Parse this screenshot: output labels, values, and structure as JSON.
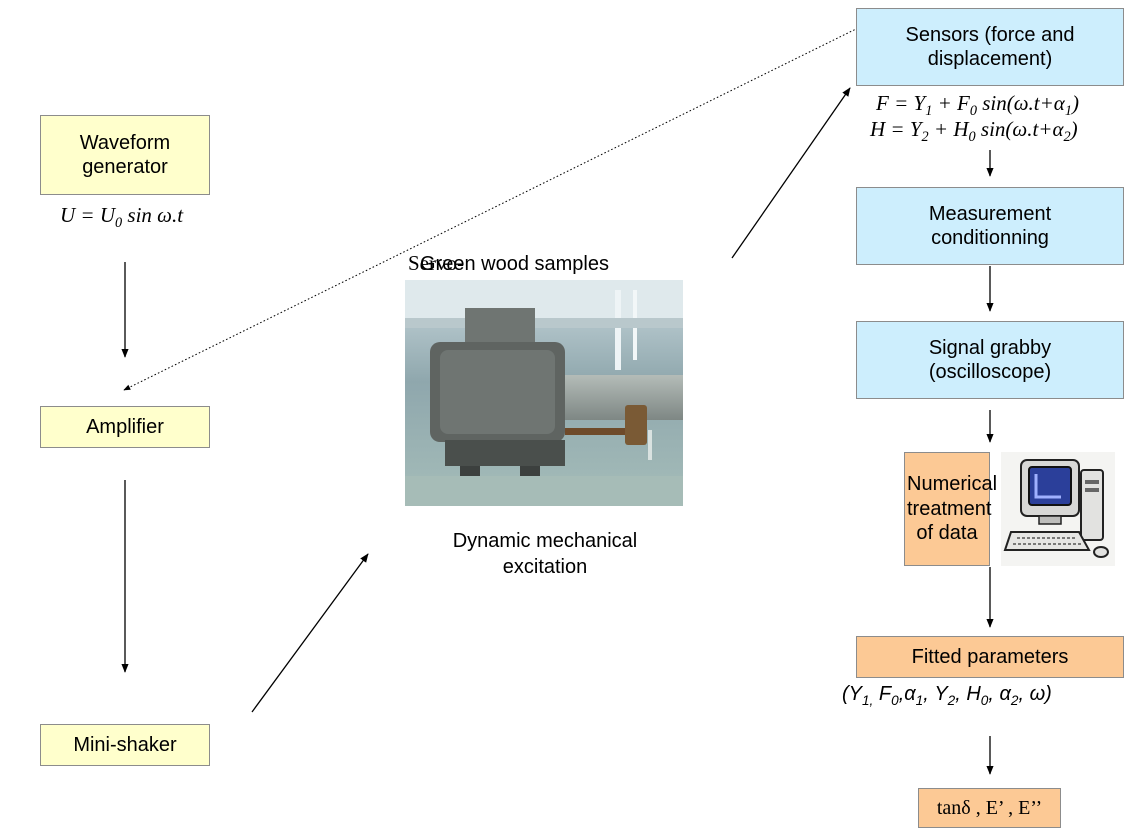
{
  "boxes": {
    "waveform_generator": "Waveform generator",
    "amplifier": "Amplifier",
    "mini_shaker": "Mini-shaker",
    "sensors": "Sensors (force and displacement)",
    "measurement_conditioning": "Measurement conditionning",
    "signal_grabby": "Signal grabby (oscilloscope)",
    "numerical_treatment": "Numerical treatment of data",
    "fitted_parameters": "Fitted parameters",
    "results": "tanδ , E’ , E’’"
  },
  "labels": {
    "servo_control": "Servo- control",
    "green_wood_samples": "Green wood samples",
    "dynamic_excitation": "Dynamic mechanical excitation"
  },
  "equations": {
    "u": "U = U0 sin ω.t",
    "f": "F = Y1 + F0 sin(ω.t+α1)",
    "h": "H = Y2 + H0 sin(ω.t+α2)",
    "fitted": "(Y1, F0, α1, Y2, H0, α2, ω)"
  },
  "icons": {
    "sample_photo": "green-wood-sample-photo",
    "computer": "computer-icon"
  },
  "colors": {
    "yellow_box": "#ffffcc",
    "blue_box": "#cdeefd",
    "orange_box": "#fcc995"
  }
}
